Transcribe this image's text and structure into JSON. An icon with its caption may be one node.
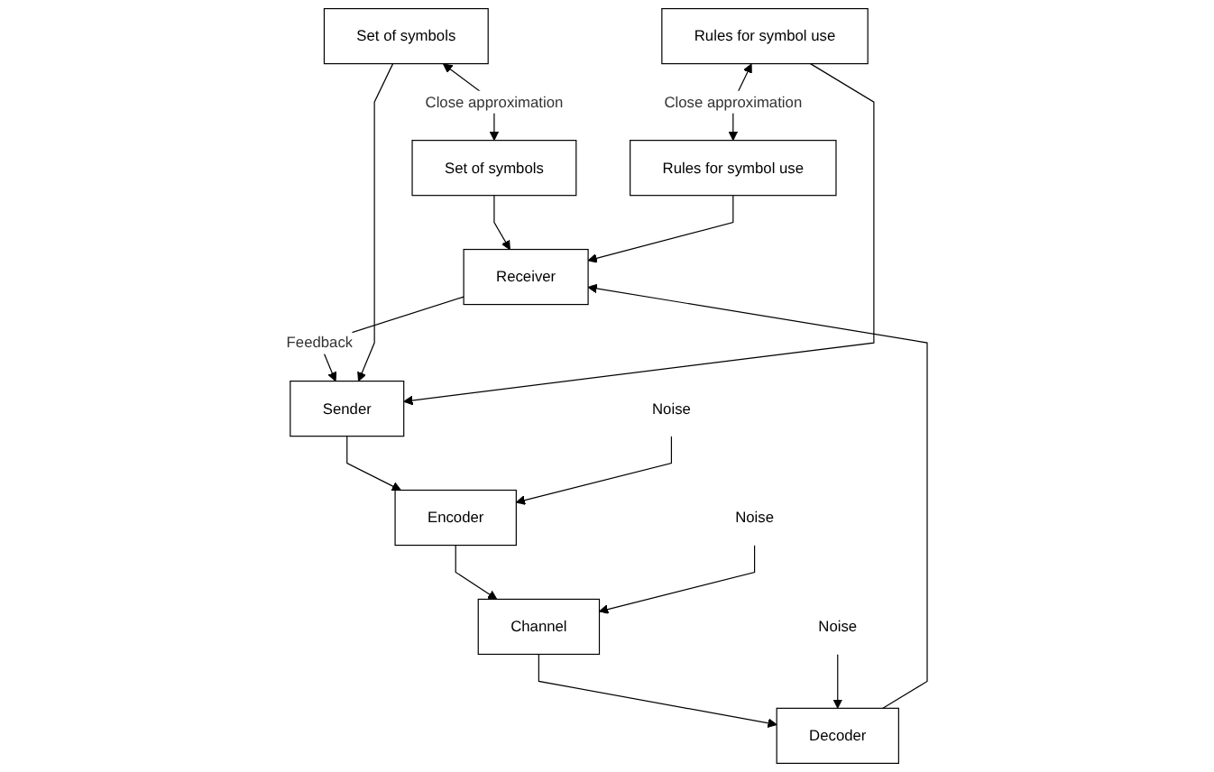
{
  "diagram": {
    "nodes": [
      {
        "text": [
          "Set of symbols"
        ]
      },
      {
        "text": [
          "Set of symbols"
        ]
      },
      {
        "text": [
          "Sender"
        ]
      },
      {
        "text": [
          "Encoder"
        ]
      },
      {
        "text": [
          "Channel"
        ]
      },
      {
        "text": [
          "Decoder"
        ]
      },
      {
        "text": [
          "Receiver"
        ]
      },
      {
        "text": [
          "Noise"
        ]
      },
      {
        "text": [
          "Noise"
        ]
      },
      {
        "text": [
          "Noise"
        ]
      },
      {
        "text": [
          "Rules for symbol use"
        ]
      },
      {
        "text": [
          "Rules for symbol use"
        ]
      }
    ],
    "edges": [
      {
        "from": 0,
        "to": 1,
        "arrow": "both",
        "label": "Close approximation"
      },
      {
        "from": 6,
        "to": 2,
        "arrow": "to",
        "label": "Feedback"
      },
      {
        "from": 0,
        "to": 2,
        "arrow": "to"
      },
      {
        "from": 1,
        "to": 6,
        "arrow": "to"
      },
      {
        "from": 2,
        "to": 3,
        "arrow": "to"
      },
      {
        "from": 3,
        "to": 4,
        "arrow": "to"
      },
      {
        "from": 4,
        "to": 5,
        "arrow": "to"
      },
      {
        "from": 5,
        "to": 6,
        "arrow": "to"
      },
      {
        "from": 7,
        "to": 3,
        "arrow": "to"
      },
      {
        "from": 8,
        "to": 4,
        "arrow": "to"
      },
      {
        "from": 9,
        "to": 5,
        "arrow": "to"
      },
      {
        "from": 10,
        "to": 2,
        "arrow": "to"
      },
      {
        "from": 11,
        "to": 6,
        "arrow": "to"
      },
      {
        "from": 10,
        "to": 11,
        "arrow": "both",
        "label": "Close approximation"
      }
    ]
  }
}
